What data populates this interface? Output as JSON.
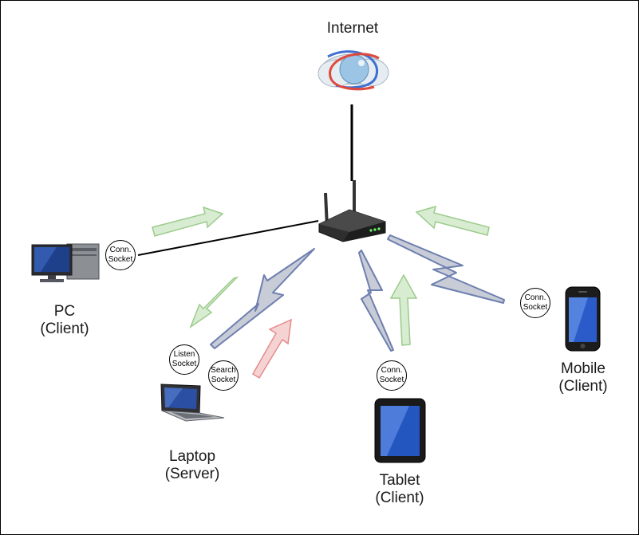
{
  "colors": {
    "wired_link": "#000000",
    "wireless_fill": "#c8ccd6",
    "wireless_stroke": "#6d7fb0",
    "arrow_green_fill": "#d7ecd0",
    "arrow_green_stroke": "#9ccb8c",
    "arrow_red_fill": "#f6d3d3",
    "arrow_red_stroke": "#e58b8b"
  },
  "nodes": {
    "internet": {
      "name": "Internet",
      "icon": "cloud-globe-icon"
    },
    "router": {
      "icon": "wireless-router-icon"
    },
    "pc": {
      "name": "PC",
      "role": "(Client)",
      "icon": "desktop-computer-icon"
    },
    "laptop": {
      "name": "Laptop",
      "role": "(Server)",
      "icon": "laptop-icon"
    },
    "tablet": {
      "name": "Tablet",
      "role": "(Client)",
      "icon": "tablet-icon"
    },
    "mobile": {
      "name": "Mobile",
      "role": "(Client)",
      "icon": "smartphone-icon"
    }
  },
  "sockets": {
    "pc_conn": {
      "line1": "Conn.",
      "line2": "Socket"
    },
    "laptop_listen": {
      "line1": "Listen",
      "line2": "Socket"
    },
    "laptop_search": {
      "line1": "Search",
      "line2": "Socket"
    },
    "tablet_conn": {
      "line1": "Conn.",
      "line2": "Socket"
    },
    "mobile_conn": {
      "line1": "Conn.",
      "line2": "Socket"
    }
  }
}
